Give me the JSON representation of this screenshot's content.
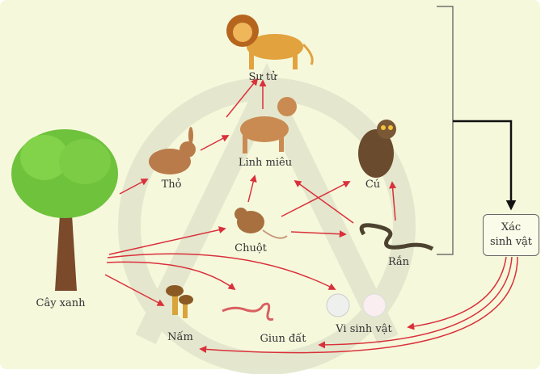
{
  "organisms": {
    "lion": "Sư tử",
    "lynx": "Linh miêu",
    "rabbit": "Thỏ",
    "owl": "Cú",
    "mouse": "Chuột",
    "snake": "Rắn",
    "tree": "Cây xanh",
    "fungi": "Nấm",
    "earthworm": "Giun đất",
    "microbes": "Vi sinh vật"
  },
  "dead_matter": {
    "line1": "Xác",
    "line2": "sinh vật"
  },
  "colors": {
    "arrow": "#d9303a",
    "background": "#f6f8dc",
    "bracket": "#555555"
  }
}
